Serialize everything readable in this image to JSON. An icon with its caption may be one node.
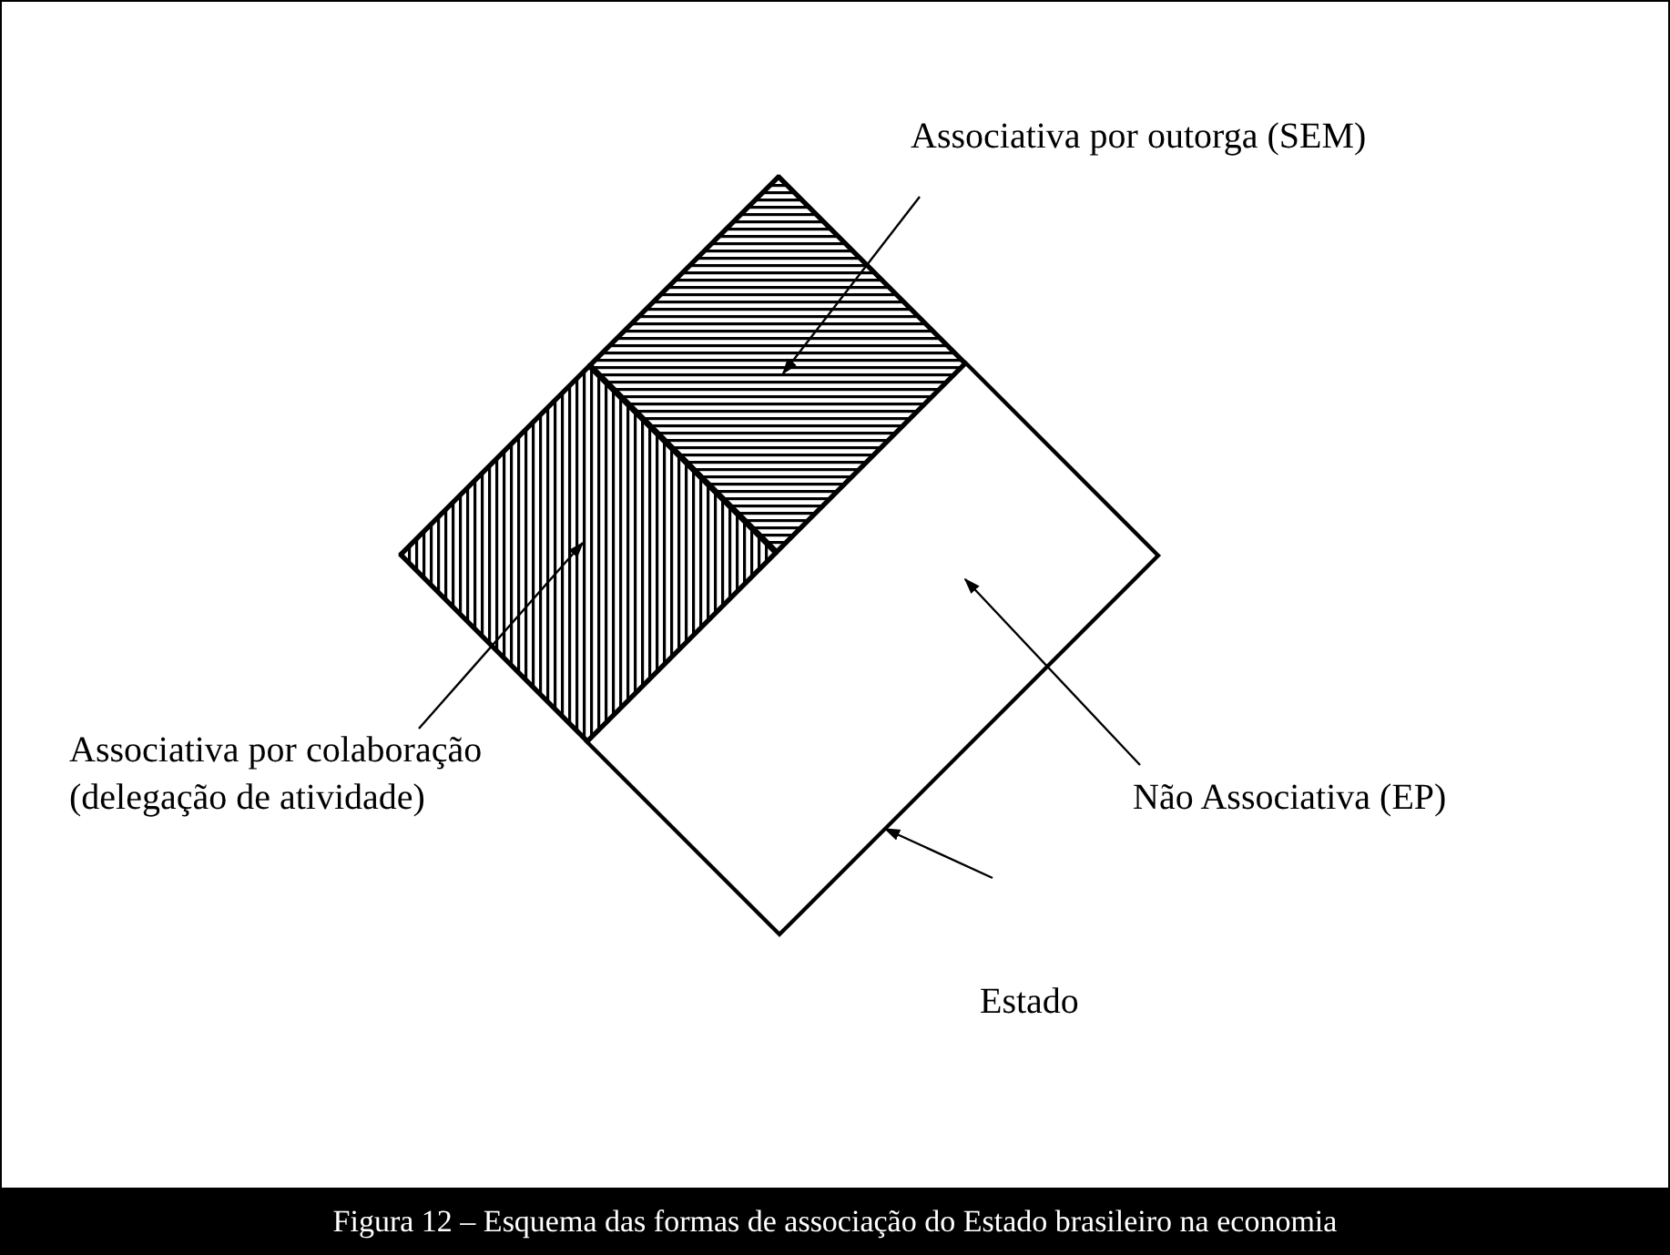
{
  "diagram": {
    "caption": "Figura 12 – Esquema das formas de associação do Estado brasileiro na economia",
    "nodes": [
      {
        "text": [],
        "shape": "diamond"
      },
      {
        "text": [],
        "shape": "diamond",
        "in": 0
      },
      {
        "text": [],
        "shape": "diamond",
        "in": 0
      },
      {
        "text": [],
        "shape": "polygon",
        "in": 0
      },
      {
        "text": [
          "Associativa por outorga (SEM)"
        ]
      },
      {
        "text": [
          "Associativa por colaboração (delegação de atividade)"
        ]
      },
      {
        "text": [
          "Não Associativa (EP)"
        ]
      },
      {
        "text": [
          "Estado"
        ]
      }
    ],
    "edges": [
      {
        "from": 4,
        "to": 1,
        "arrow": "to"
      },
      {
        "from": 5,
        "to": 2,
        "arrow": "to"
      },
      {
        "from": 6,
        "to": 3,
        "arrow": "to"
      },
      {
        "from": 7,
        "to": 0,
        "arrow": "to"
      }
    ]
  }
}
